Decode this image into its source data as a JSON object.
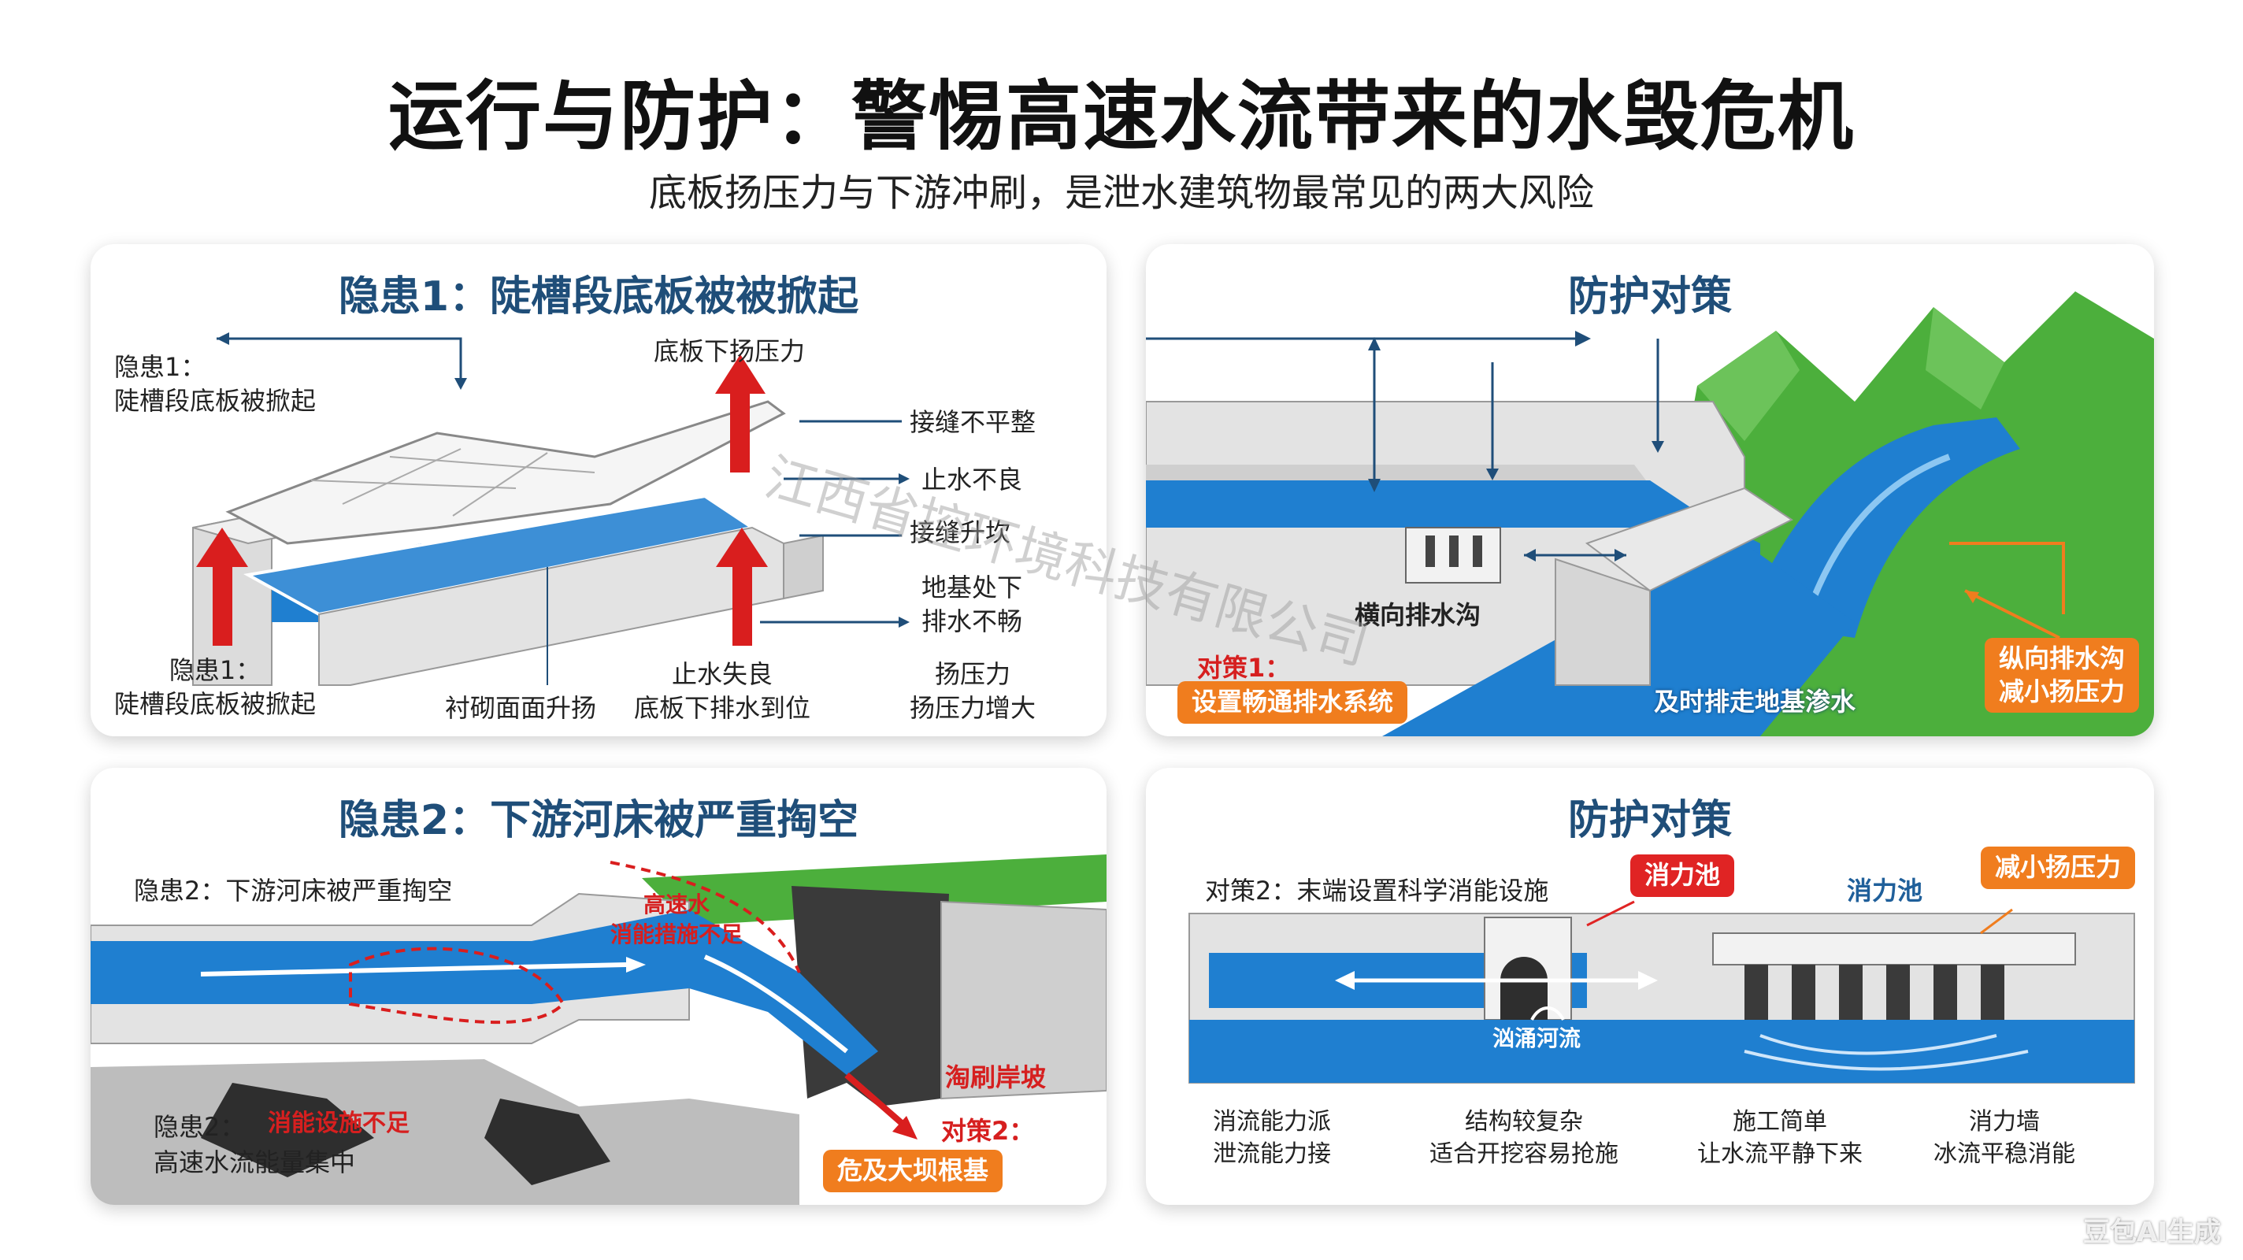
{
  "header": {
    "title": "运行与防护：警惕高速水流带来的水毁危机",
    "subtitle": "底板扬压力与下游冲刷，是泄水建筑物最常见的两大风险"
  },
  "panel1": {
    "title": "隐患1：陡槽段底板被被掀起",
    "label_topleft": "隐患1：\n陡槽段底板被掀起",
    "label_uplift": "底板下扬压力",
    "label_joint_uneven": "接缝不平整",
    "label_waterstop_bad": "止水不良",
    "label_joint_raise": "接缝升坎",
    "label_drain_poor": "地基处下\n排水不畅",
    "label_bottomleft": "隐患1：\n陡槽段底板被掀起",
    "label_liner": "衬砌面面升扬",
    "label_waterstop_fail": "止水失良\n底板下排水到位",
    "label_pressure": "扬压力\n扬压力增大"
  },
  "panel2": {
    "title": "防护对策",
    "label_lateral": "横向排水沟",
    "tag_measure1_head": "对策1：",
    "tag_measure1": "设置畅通排水系统",
    "label_timely": "及时排走地基渗水",
    "tag_longitudinal": "纵向排水沟\n减小扬压力"
  },
  "panel3": {
    "title": "隐患2：下游河床被严重掏空",
    "label_topleft": "隐患2：下游河床被严重掏空",
    "label_highspeed": "高速水\n消能措施不足",
    "label_scour": "淘刷岸坡",
    "label_measure2": "对策2：",
    "tag_danger": "危及大坝根基",
    "label_energy_red": "消能设施不足",
    "label_bottomleft_a": "隐患2：",
    "label_bottomleft_b": "高速水流能量集中"
  },
  "panel4": {
    "title": "防护对策",
    "label_measure2": "对策2：末端设置科学消能设施",
    "tag_basin": "消力池",
    "label_basin_blue": "消力池",
    "tag_reduce": "减小扬压力",
    "label_flow": "汹涌河流",
    "col1": "消流能力派\n泄流能力接",
    "col2": "结构较复杂\n适合开挖容易抢施",
    "col3": "施工简单\n让水流平静下来",
    "col4": "消力墙\n冰流平稳消能"
  },
  "watermark": "江西省控环境科技有限公司",
  "badge": "豆包AI生成",
  "colors": {
    "water": "#1f7fd0",
    "water_light": "#4aa3e8",
    "concrete": "#e9e9e9",
    "concrete_dark": "#bfbfbf",
    "arrow_red": "#d91e1e",
    "orange": "#f07d1e",
    "grass": "#4caf3c",
    "title_blue": "#1f4e79"
  }
}
